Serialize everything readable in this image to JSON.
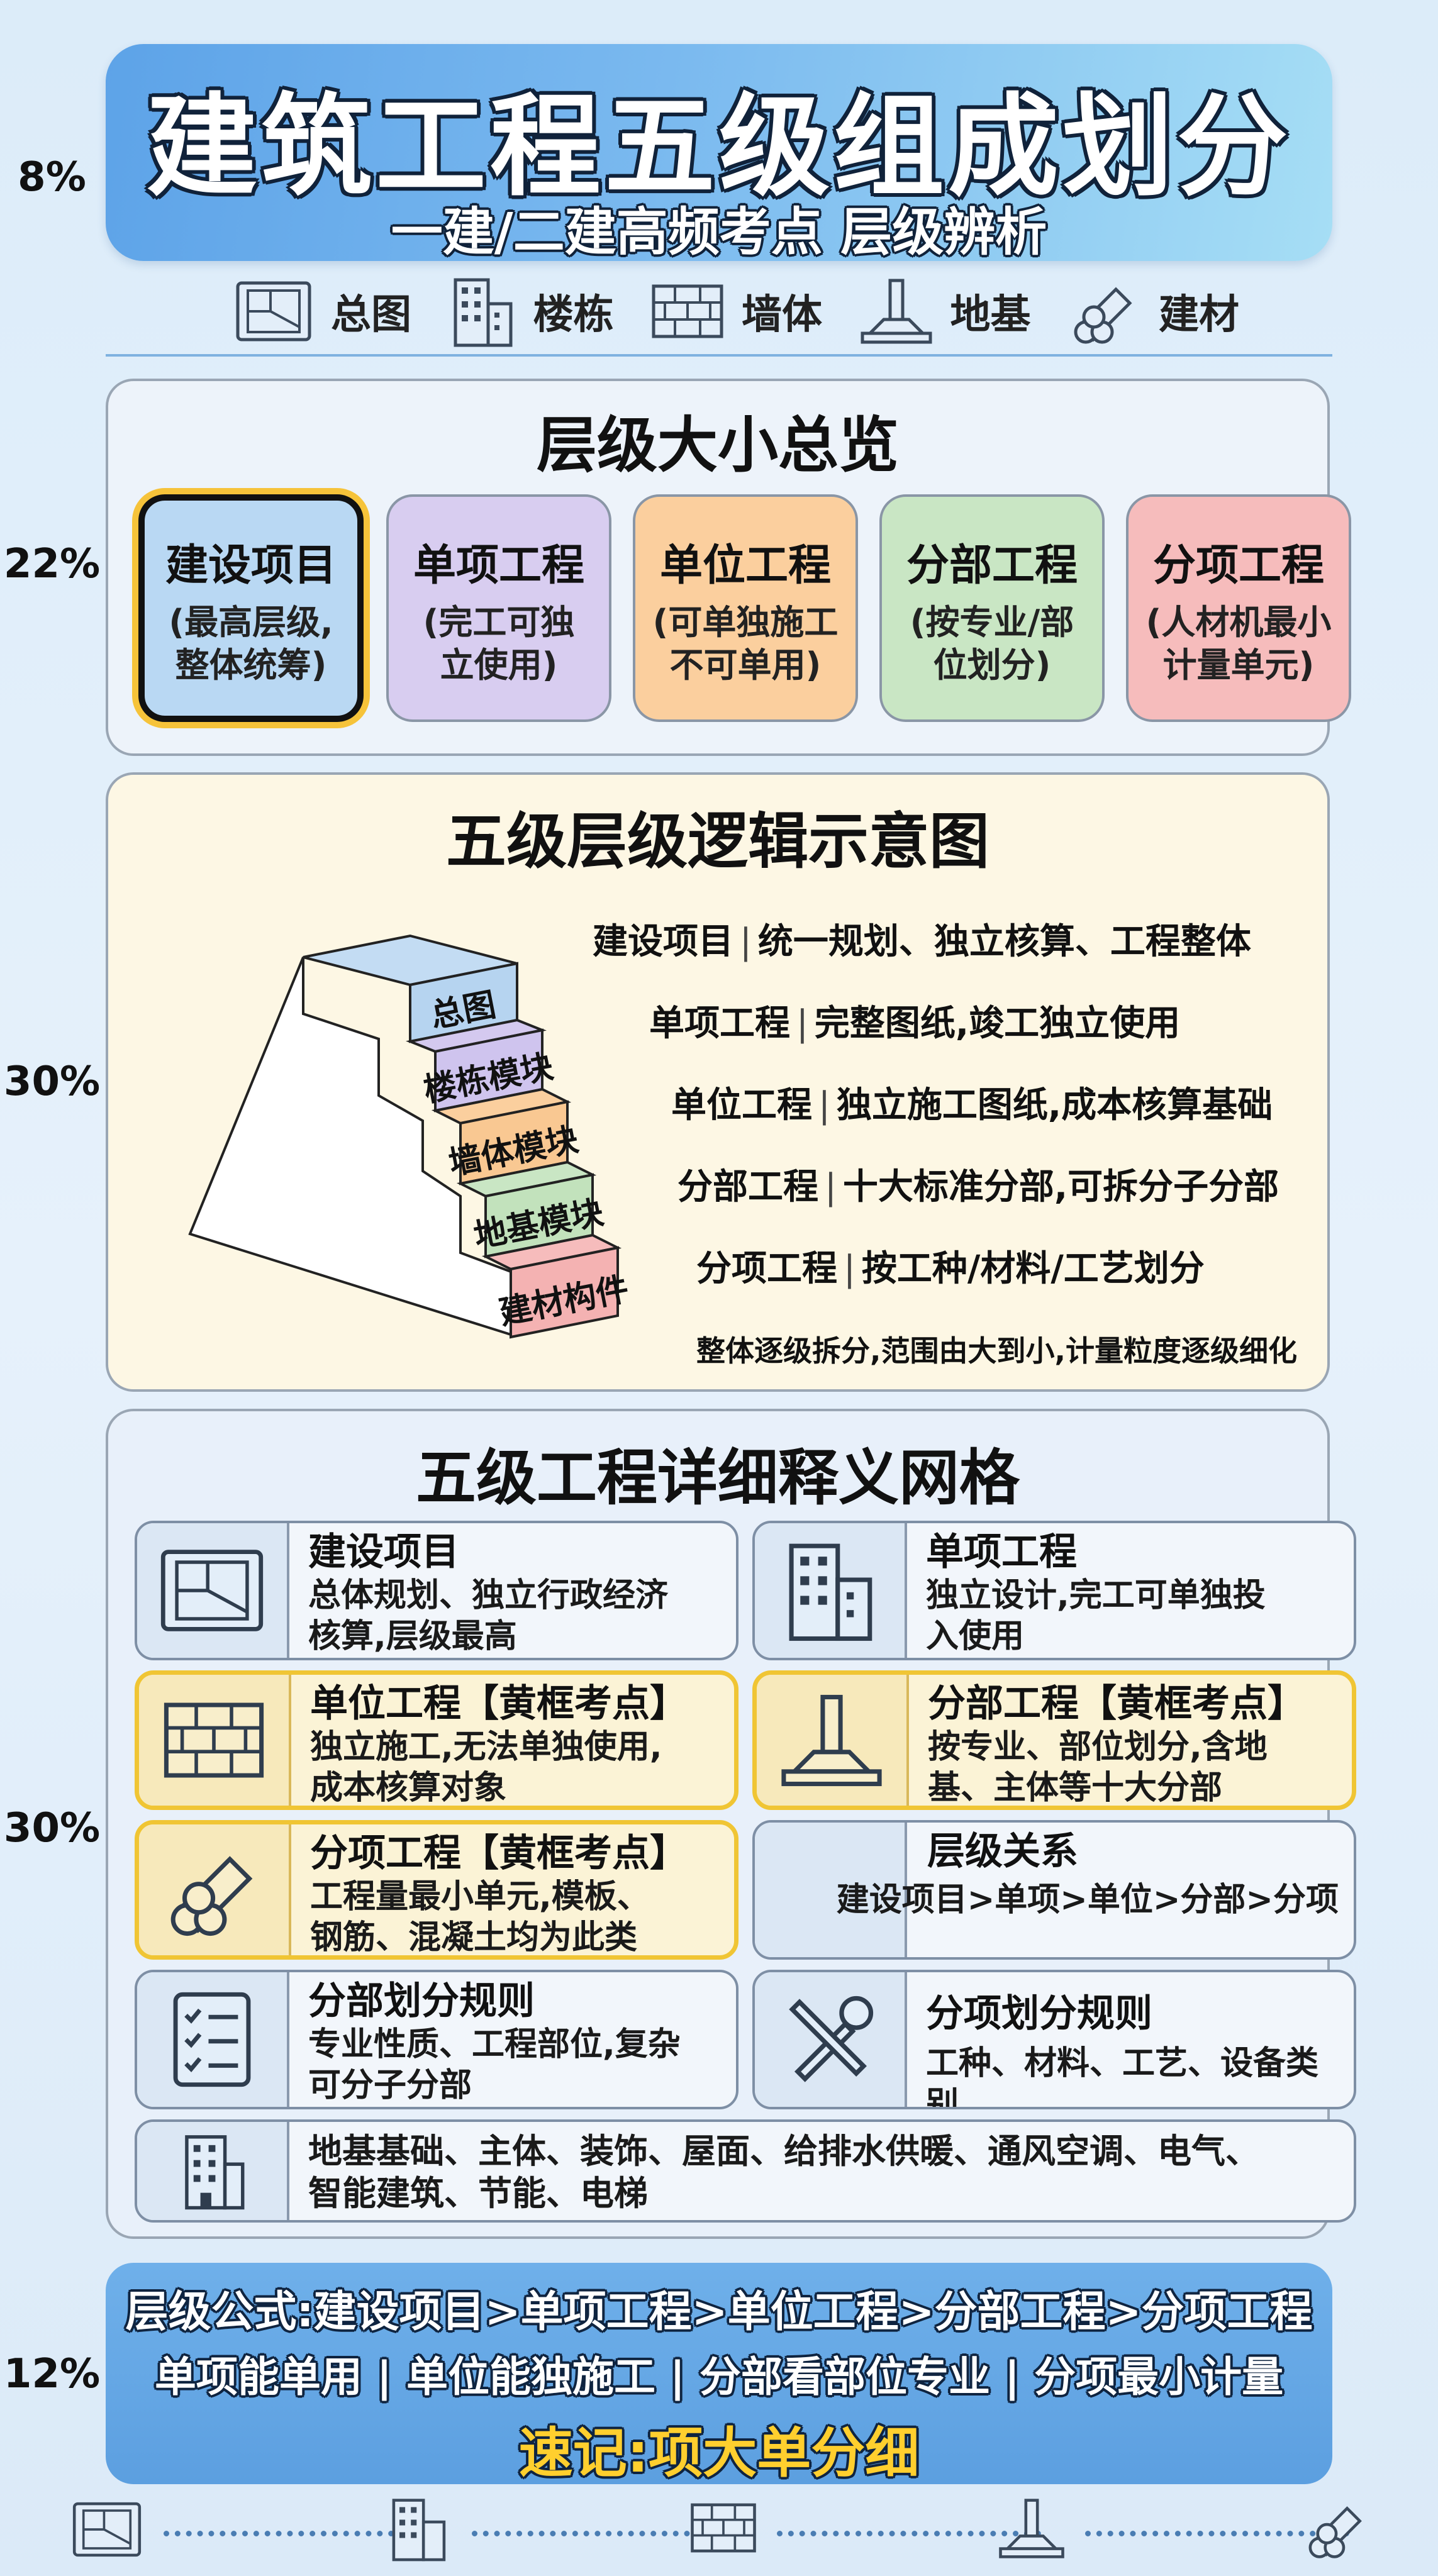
{
  "header": {
    "title": "建筑工程五级组成划分",
    "subtitle": "一建/二建高频考点 层级辨析"
  },
  "percents": [
    "8%",
    "22%",
    "30%",
    "30%",
    "12%"
  ],
  "icon_row": [
    {
      "icon": "blueprint-icon",
      "label": "总图"
    },
    {
      "icon": "building-icon",
      "label": "楼栋"
    },
    {
      "icon": "brick-wall-icon",
      "label": "墙体"
    },
    {
      "icon": "foundation-pile-icon",
      "label": "地基"
    },
    {
      "icon": "rebar-bundle-icon",
      "label": "建材"
    }
  ],
  "overview": {
    "title": "层级大小总览",
    "levels": [
      {
        "name": "建设项目",
        "line1": "(最高层级,",
        "line2": "整体统筹)",
        "color": "#b9d8f3",
        "highlight": true
      },
      {
        "name": "单项工程",
        "line1": "(完工可独",
        "line2": "立使用)",
        "color": "#d8cdf0",
        "highlight": false
      },
      {
        "name": "单位工程",
        "line1": "(可单独施工",
        "line2": "不可单用)",
        "color": "#fbcf9e",
        "highlight": false
      },
      {
        "name": "分部工程",
        "line1": "(按专业/部",
        "line2": "位划分)",
        "color": "#c9e6c4",
        "highlight": false
      },
      {
        "name": "分项工程",
        "line1": "(人材机最小",
        "line2": "计量单元)",
        "color": "#f6bcbc",
        "highlight": false
      }
    ]
  },
  "logic": {
    "title": "五级层级逻辑示意图",
    "steps": [
      "总图",
      "楼栋模块",
      "墙体模块",
      "地基模块",
      "建材构件"
    ],
    "rows": [
      {
        "name": "建设项目",
        "desc": "统一规划、独立核算、工程整体"
      },
      {
        "name": "单项工程",
        "desc": "完整图纸,竣工独立使用"
      },
      {
        "name": "单位工程",
        "desc": "独立施工图纸,成本核算基础"
      },
      {
        "name": "分部工程",
        "desc": "十大标准分部,可拆分子分部"
      },
      {
        "name": "分项工程",
        "desc": "按工种/材料/工艺划分"
      }
    ],
    "separator": "|",
    "note": "整体逐级拆分,范围由大到小,计量粒度逐级细化"
  },
  "grid": {
    "title": "五级工程详细释义网格",
    "cards": [
      {
        "icon": "blueprint-icon",
        "title": "建设项目",
        "l1": "总体规划、独立行政经济",
        "l2": "核算,层级最高"
      },
      {
        "icon": "building-icon",
        "title": "单项工程",
        "l1": "独立设计,完工可单独投",
        "l2": "入使用"
      },
      {
        "icon": "brick-wall-icon",
        "title": "单位工程【黄框考点】",
        "l1": "独立施工,无法单独使用,",
        "l2": "成本核算对象"
      },
      {
        "icon": "foundation-pile-icon",
        "title": "分部工程【黄框考点】",
        "l1": "按专业、部位划分,含地",
        "l2": "基、主体等十大分部"
      },
      {
        "icon": "rebar-bundle-icon",
        "title": "分项工程【黄框考点】",
        "l1": "工程量最小单元,模板、",
        "l2": "钢筋、混凝土均为此类"
      },
      {
        "icon": "",
        "title": "层级关系",
        "l1": "建设项目>单项>单位>分部>分项",
        "l2": ""
      },
      {
        "icon": "checklist-icon",
        "title": "分部划分规则",
        "l1": "专业性质、工程部位,复杂",
        "l2": "可分子分部"
      },
      {
        "icon": "tools-icon",
        "title": "分项划分规则",
        "l1": "工种、材料、工艺、设备类别",
        "l2": ""
      },
      {
        "icon": "office-building-icon",
        "title": "",
        "l1": "地基基础、主体、装饰、屋面、给排水供暖、通风空调、电气、",
        "l2": "智能建筑、节能、电梯"
      }
    ]
  },
  "footer": {
    "formula": "层级公式:建设项目>单项工程>单位工程>分部工程>分项工程",
    "summary": "单项能单用 | 单位能独施工 | 分部看部位专业 | 分项最小计量",
    "mnemonic": "速记:项大单分细"
  }
}
